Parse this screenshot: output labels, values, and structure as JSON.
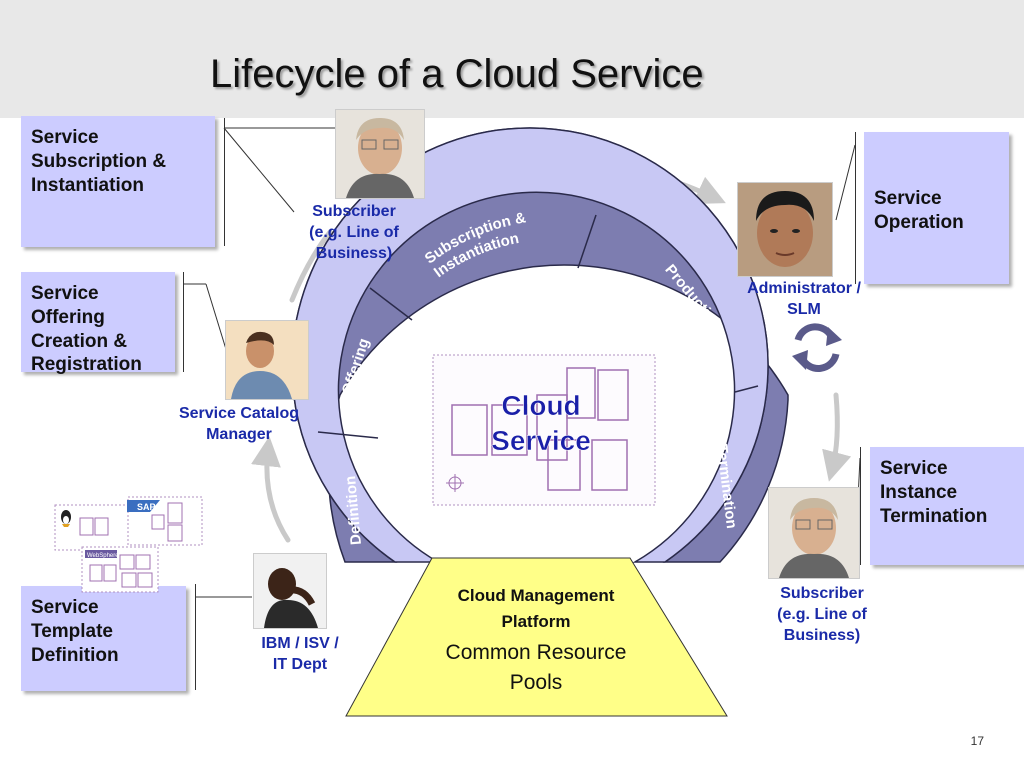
{
  "title": "Lifecycle of a Cloud Service",
  "stages": {
    "subscription": "Service\nSubscription &\nInstantiation",
    "offering": "Service\nOffering\nCreation &\nRegistration",
    "template": "Service\nTemplate\nDefinition",
    "operation": "Service\nOperation",
    "termination": "Service\nInstance\nTermination"
  },
  "roles": {
    "subscriber_top": "Subscriber\n(e.g. Line of\nBusiness)",
    "catalog_manager": "Service Catalog\nManager",
    "ibm_isv": "IBM / ISV /\nIT Dept",
    "administrator": "Administrator /\nSLM",
    "subscriber_bottom": "Subscriber\n(e.g. Line of\nBusiness)"
  },
  "arc_segments": {
    "definition": "Definition",
    "offering": "Offering",
    "subscription_line1": "Subscription &",
    "subscription_line2": "Instantiation",
    "production": "Production",
    "termination": "Termination"
  },
  "center": {
    "line1": "Cloud",
    "line2": "Service"
  },
  "platform": {
    "line1": "Cloud Management",
    "line2": "Platform",
    "line3": "Common Resource",
    "line4": "Pools"
  },
  "thumbnail_labels": {
    "sap": "SAP",
    "websphere": "WebSphere"
  },
  "page_number": "17",
  "colors": {
    "stage_box": "#ccccff",
    "arc_outer": "#7d7db0",
    "arc_inner": "#c8c8f4",
    "role_text": "#1a2aa8",
    "platform_fill": "#ffff88"
  }
}
